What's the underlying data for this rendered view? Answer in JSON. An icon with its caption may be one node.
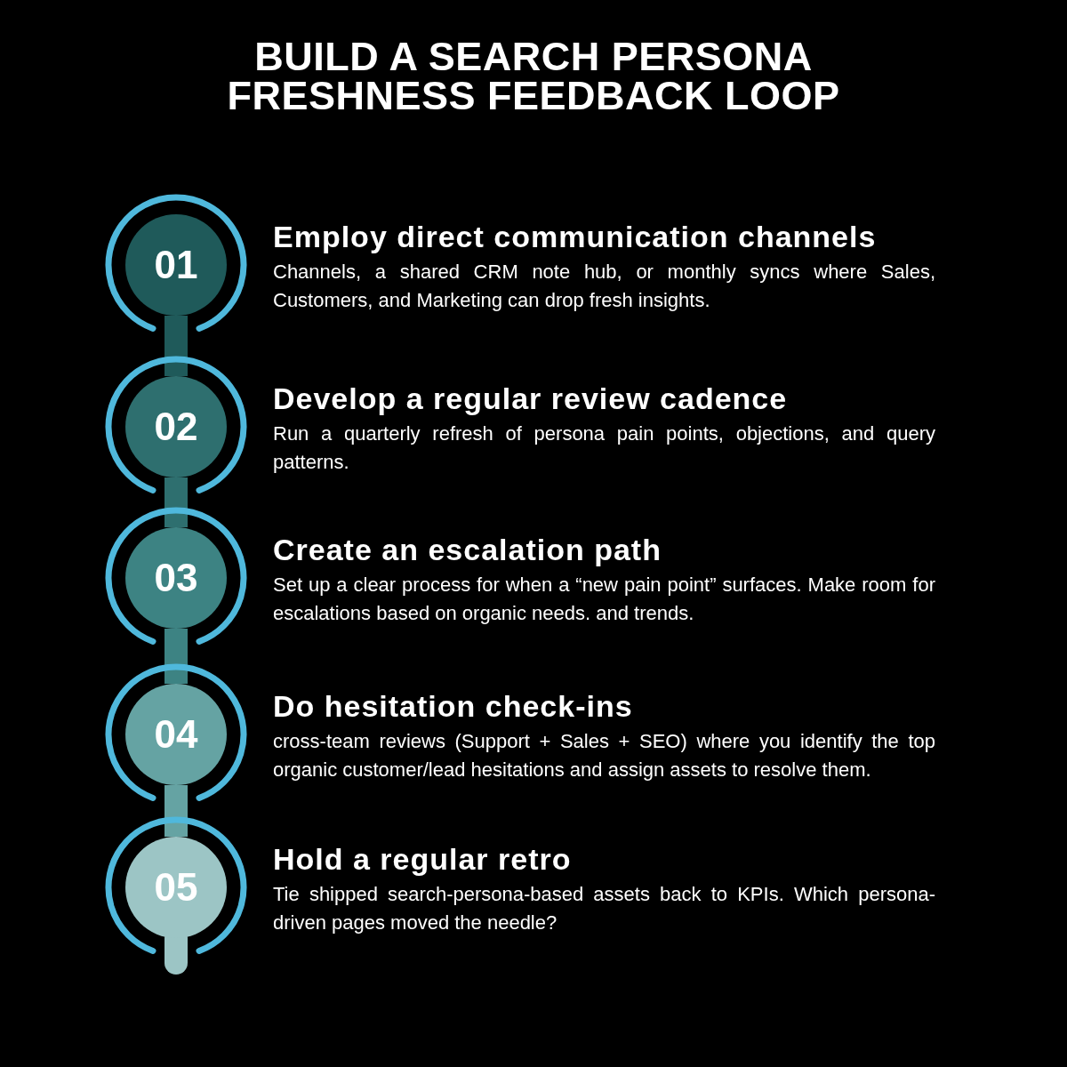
{
  "diagram": {
    "title": "BUILD A SEARCH PERSONA FRESHNESS FEEDBACK LOOP",
    "nodes": [
      {
        "text": [
          "01"
        ],
        "beside": [
          "Employ direct communication channels",
          "Channels, a shared CRM note hub, or monthly syncs where Sales, Customers, and Marketing can drop fresh insights."
        ]
      },
      {
        "text": [
          "02"
        ],
        "beside": [
          "Develop a regular review cadence",
          "Run a quarterly refresh of persona pain points, objections, and query patterns."
        ]
      },
      {
        "text": [
          "03"
        ],
        "beside": [
          "Create an escalation path",
          "Set up a clear process for when a “new pain point” surfaces. Make room for escalations based on organic needs. and trends."
        ]
      },
      {
        "text": [
          "04"
        ],
        "beside": [
          "Do hesitation check-ins",
          "cross-team reviews (Support + Sales + SEO) where you identify the top organic customer/lead hesitations and assign assets to resolve them."
        ]
      },
      {
        "text": [
          "05"
        ],
        "beside": [
          "Hold a regular retro",
          "Tie shipped search-persona-based assets back to KPIs. Which persona-driven pages moved the needle?"
        ]
      }
    ],
    "edges": [
      {
        "from": 0,
        "to": 1,
        "arrow": "none",
        "color": "#1f5a5a"
      },
      {
        "from": 1,
        "to": 2,
        "arrow": "none",
        "color": "#2e6f6f"
      },
      {
        "from": 2,
        "to": 3,
        "arrow": "none",
        "color": "#3d8383"
      },
      {
        "from": 3,
        "to": 4,
        "arrow": "none",
        "color": "#65a3a3"
      },
      {
        "from": 4,
        "to": null,
        "arrow": "none",
        "color": "#9cc5c5"
      }
    ]
  }
}
